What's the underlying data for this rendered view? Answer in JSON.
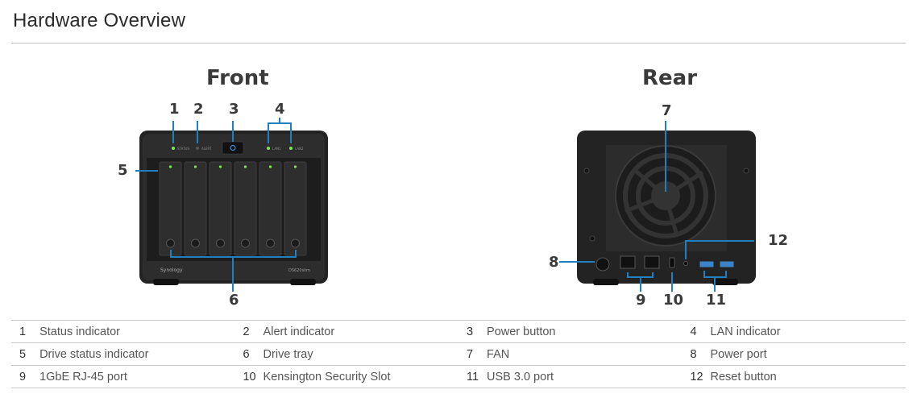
{
  "header": {
    "title": "Hardware Overview"
  },
  "front": {
    "label": "Front",
    "brand_text": "Synology",
    "model_text": "DS620slim",
    "led_labels": [
      "STATUS",
      "ALERT",
      "LAN1",
      "LAN2"
    ],
    "callouts": [
      "1",
      "2",
      "3",
      "4",
      "5",
      "6"
    ]
  },
  "rear": {
    "label": "Rear",
    "callouts": [
      "7",
      "8",
      "9",
      "10",
      "11",
      "12"
    ]
  },
  "items": [
    [
      {
        "num": "1",
        "desc": "Status indicator"
      },
      {
        "num": "2",
        "desc": "Alert indicator"
      },
      {
        "num": "3",
        "desc": "Power button"
      },
      {
        "num": "4",
        "desc": "LAN indicator"
      }
    ],
    [
      {
        "num": "5",
        "desc": "Drive status indicator"
      },
      {
        "num": "6",
        "desc": "Drive tray"
      },
      {
        "num": "7",
        "desc": "FAN"
      },
      {
        "num": "8",
        "desc": "Power port"
      }
    ],
    [
      {
        "num": "9",
        "desc": "1GbE RJ-45 port"
      },
      {
        "num": "10",
        "desc": "Kensington Security Slot"
      },
      {
        "num": "11",
        "desc": "USB 3.0 port"
      },
      {
        "num": "12",
        "desc": "Reset button"
      }
    ]
  ],
  "colors": {
    "accent": "#1f7fc0",
    "led_green": "#7ee84a",
    "device_body": "#2a2a2a"
  }
}
